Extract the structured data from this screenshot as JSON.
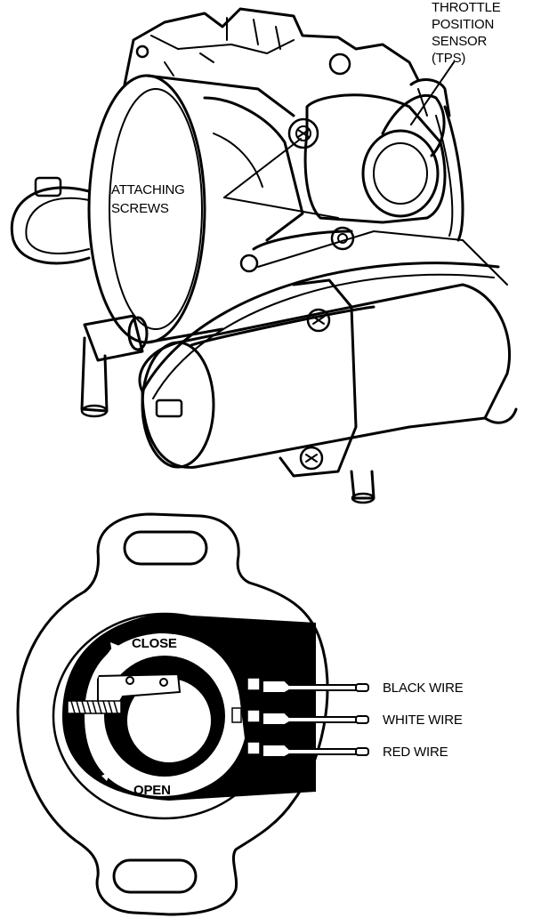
{
  "top_view": {
    "tps_label": [
      "THROTTLE",
      "POSITION",
      "SENSOR",
      "(TPS)"
    ],
    "screws_label": [
      "ATTACHING",
      "SCREWS"
    ]
  },
  "sensor_view": {
    "close_label": "CLOSE",
    "open_label": "OPEN",
    "wires": [
      "BLACK WIRE",
      "WHITE WIRE",
      "RED WIRE"
    ]
  },
  "colors": {
    "ink": "#000000",
    "paper": "#ffffff"
  }
}
